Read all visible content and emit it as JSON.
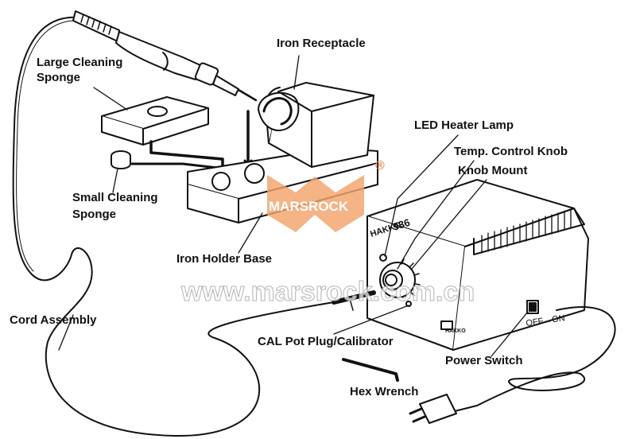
{
  "labels": {
    "iron_receptacle": "Iron Receptacle",
    "large_sponge_1": "Large Cleaning",
    "large_sponge_2": "Sponge",
    "led_lamp": "LED Heater Lamp",
    "temp_knob": "Temp. Control Knob",
    "knob_mount": "Knob Mount",
    "small_sponge_1": "Small Cleaning",
    "small_sponge_2": "Sponge",
    "holder_base": "Iron Holder Base",
    "cord": "Cord Assembly",
    "cal_pot": "CAL Pot Plug/Calibrator",
    "power_switch": "Power Switch",
    "hex_wrench": "Hex Wrench"
  },
  "device": {
    "brand": "HAKKO",
    "model": "936",
    "switch_text": "OFF↔ON"
  },
  "watermark": {
    "logo_text": "MARSROCK",
    "registered": "®",
    "url": "www.marsrock.com.cn",
    "color": "#f2a36b"
  }
}
